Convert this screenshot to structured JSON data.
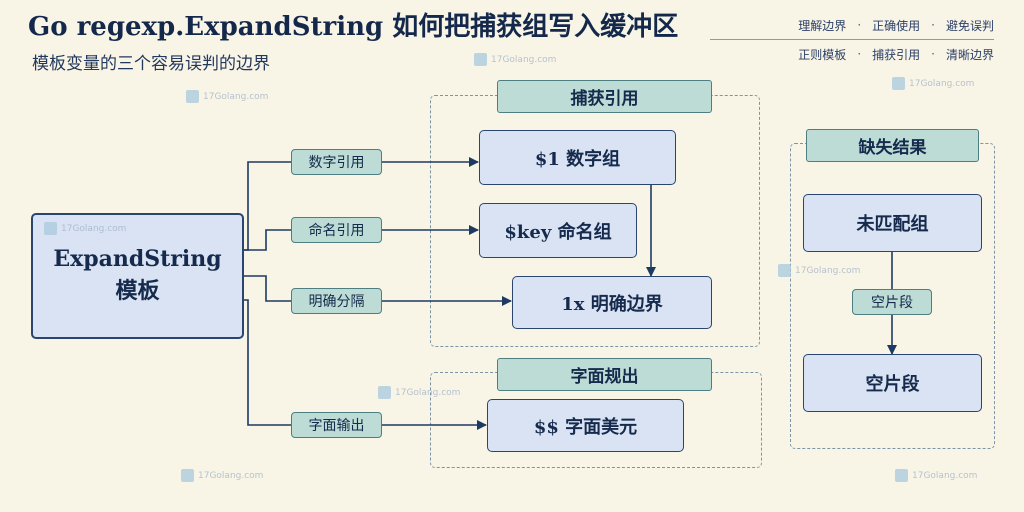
{
  "header": {
    "title": "Go regexp.ExpandString 如何把捕获组写入缓冲区",
    "subtitle": "模板变量的三个容易误判的边界",
    "tags_row1": [
      "理解边界",
      "正确使用",
      "避免误判"
    ],
    "tags_row2": [
      "正则模板",
      "捕获引用",
      "清晰边界"
    ]
  },
  "template_node": {
    "line1": "ExpandString",
    "line2": "模板"
  },
  "edge_labels": {
    "numeric": "数字引用",
    "named": "命名引用",
    "explicit": "明确分隔",
    "literal": "字面输出"
  },
  "groups": {
    "capture": "捕获引用",
    "literal": "字面规出",
    "missing": "缺失结果"
  },
  "nodes": {
    "numeric_group": "$1 数字组",
    "named_group": "$key 命名组",
    "explicit_boundary": "1x 明确边界",
    "dollar_literal": "$$ 字面美元",
    "unmatched_group": "未匹配组",
    "empty_fragment": "空片段"
  },
  "inner_label": "空片段",
  "watermark": "17Golang.com",
  "colors": {
    "background": "#f8f4e6",
    "node_fill": "#d9e3f3",
    "node_border": "#2a4670",
    "label_fill": "#bcdcd5",
    "arrow": "#1d3a63"
  }
}
